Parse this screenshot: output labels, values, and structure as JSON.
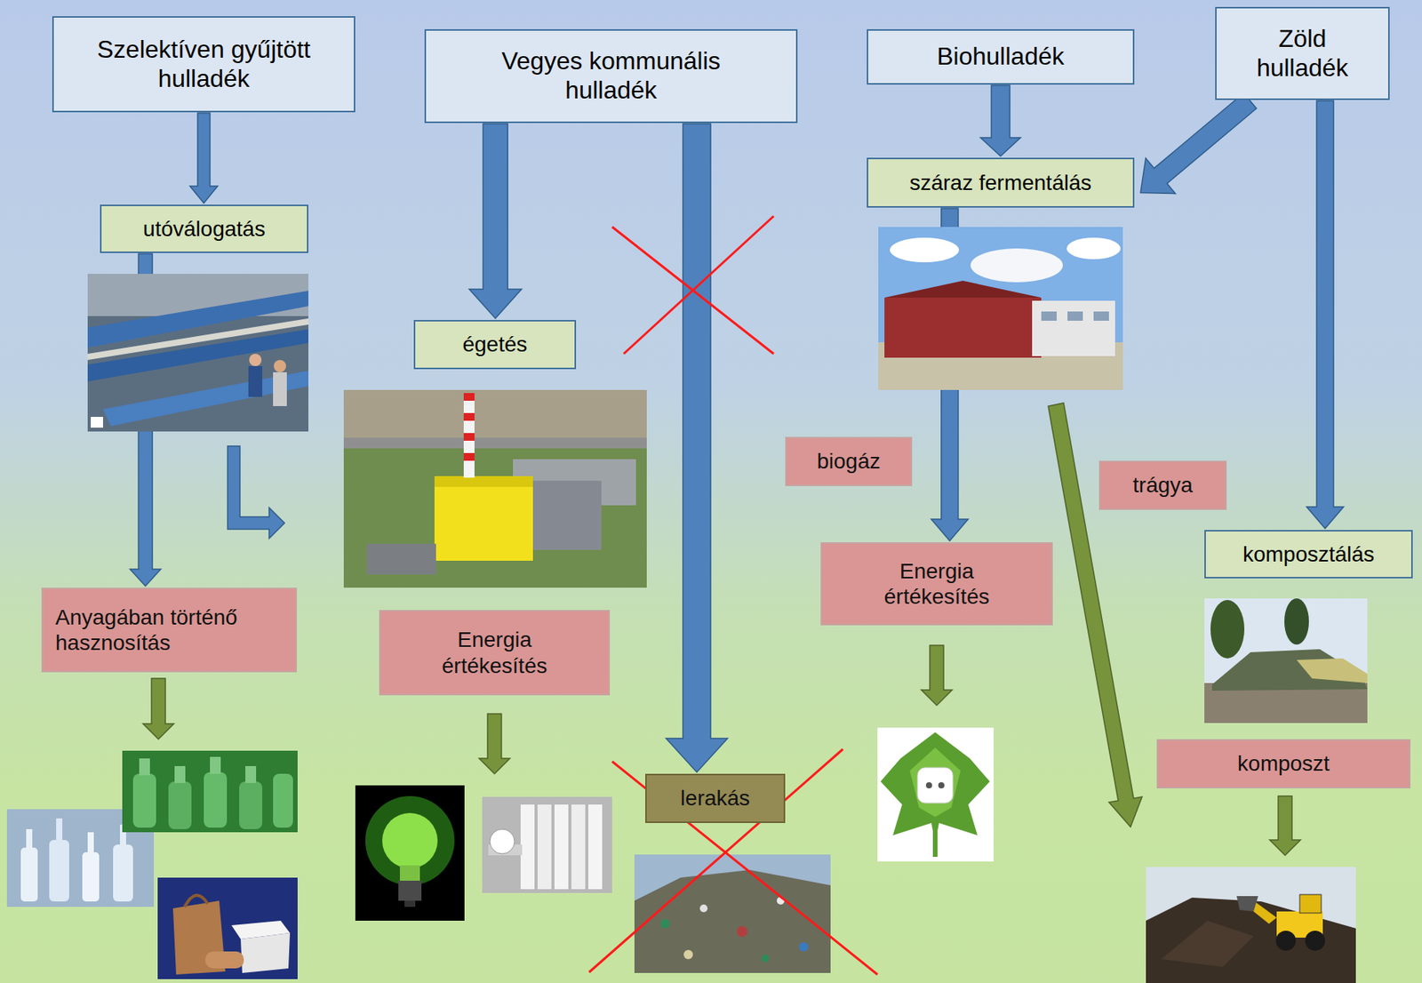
{
  "diagram": {
    "nodes": [
      {
        "text": [
          "Szelektíven gyűjtött hulladék"
        ]
      },
      {
        "text": [
          "Vegyes kommunális hulladék"
        ]
      },
      {
        "text": [
          "Biohulladék"
        ]
      },
      {
        "text": [
          "Zöld hulladék"
        ]
      },
      {
        "text": [
          "utóválogatás"
        ]
      },
      {
        "text": [
          "száraz fermentálás"
        ]
      },
      {
        "text": [
          "égetés"
        ]
      },
      {
        "text": [
          "biogáz"
        ]
      },
      {
        "text": [
          "trágya"
        ]
      },
      {
        "text": [
          "komposztálás"
        ]
      },
      {
        "text": [
          "Anyagában történő hasznosítás"
        ]
      },
      {
        "text": [
          "Energia értékesítés"
        ]
      },
      {
        "text": [
          "Energia értékesítés"
        ]
      },
      {
        "text": [
          "lerakás"
        ]
      },
      {
        "text": [
          "komposzt"
        ]
      }
    ],
    "edges": [
      {
        "from": 0,
        "to": 4,
        "arrow": "to"
      },
      {
        "from": 4,
        "to": 10,
        "arrow": "to"
      },
      {
        "from": 1,
        "to": 6,
        "arrow": "to"
      },
      {
        "from": 1,
        "to": 13,
        "arrow": "to"
      },
      {
        "from": 2,
        "to": 5,
        "arrow": "to"
      },
      {
        "from": 3,
        "to": 5,
        "arrow": "to"
      },
      {
        "from": 3,
        "to": 9,
        "arrow": "to"
      },
      {
        "from": 5,
        "to": 12,
        "arrow": "to"
      }
    ]
  }
}
